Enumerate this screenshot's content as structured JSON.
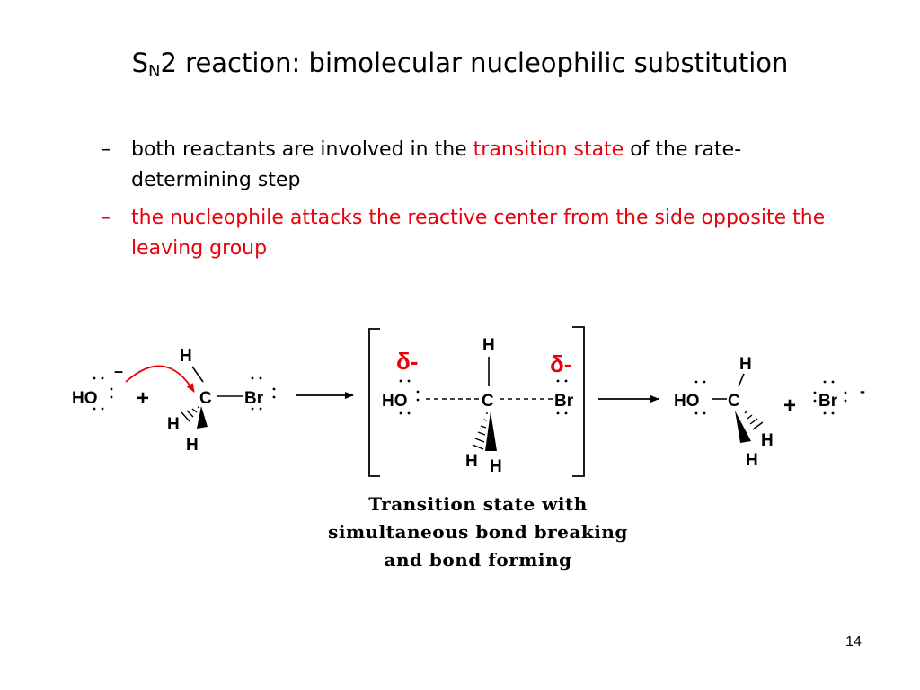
{
  "title": {
    "prefix": "S",
    "subscript": "N",
    "suffix": "2 reaction: bimolecular nucleophilic substitution"
  },
  "bullets": [
    {
      "dash": "–",
      "before": "both reactants are involved in the ",
      "highlight": "transition state",
      "after": " of the rate-determining step"
    },
    {
      "dash": "–",
      "text": "the nucleophile attacks the reactive center from the side opposite the leaving group"
    }
  ],
  "scheme": {
    "reactants": {
      "nucleophile": "HO",
      "charge": "–",
      "plus": "+",
      "carbon": "C",
      "leaving_group": "Br",
      "h_top": "H",
      "h_left": "H",
      "h_bottom": "H"
    },
    "transition_state": {
      "delta_left": "δ-",
      "delta_right": "δ-",
      "nucleophile": "HO",
      "carbon": "C",
      "leaving_group": "Br",
      "h_top": "H",
      "h_left": "H",
      "h_right": "H"
    },
    "products": {
      "product": "HO",
      "carbon": "C",
      "h_top": "H",
      "h_right": "H",
      "h_bottom": "H",
      "plus": "+",
      "leaving_group": "Br",
      "charge": "-"
    },
    "colors": {
      "arrow": "#e8000b",
      "delta": "#e8000b",
      "ink": "#000000"
    }
  },
  "caption": {
    "line1": "Transition state with",
    "line2": "simultaneous bond breaking",
    "line3": "and bond forming"
  },
  "page_number": "14"
}
